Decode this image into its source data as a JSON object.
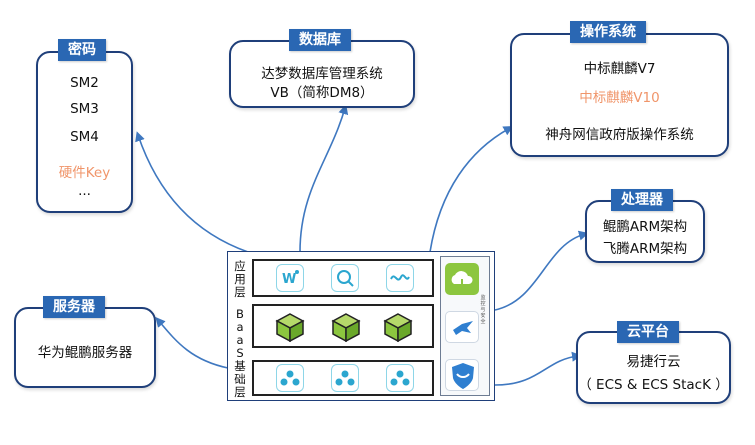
{
  "cards": {
    "crypto": {
      "title": "密码",
      "items": [
        "SM2",
        "SM3",
        "SM4",
        "硬件Key",
        "..."
      ]
    },
    "database": {
      "title": "数据库",
      "lines": [
        "达梦数据库管理系统",
        "VB（简称DM8）"
      ]
    },
    "os": {
      "title": "操作系统",
      "items": [
        "中标麒麟V7",
        "中标麒麟V10",
        "神舟网信政府版操作系统"
      ]
    },
    "processor": {
      "title": "处理器",
      "lines": [
        "鲲鹏ARM架构",
        "飞腾ARM架构"
      ]
    },
    "server": {
      "title": "服务器",
      "lines": [
        "华为鲲鹏服务器"
      ]
    },
    "cloud": {
      "title": "云平台",
      "lines": [
        "易捷行云",
        "（ ECS  & ECS StacK ）"
      ]
    }
  },
  "architecture": {
    "app_layer": "应用层",
    "baas_layer": "BaaS基础层",
    "side_label": "监控与安全"
  },
  "colors": {
    "tag_bg": "#2a67b3",
    "border": "#1f3f7a",
    "arrow": "#3f78c0",
    "highlight": "#f0956a"
  },
  "icons": {
    "app_row": [
      "w-star-icon",
      "search-cloud-icon",
      "wave-icon"
    ],
    "baas_row": [
      "cube-icon",
      "cube-icon",
      "cube-icon"
    ],
    "base_row": [
      "cluster-icon",
      "cluster-icon",
      "cluster-icon"
    ],
    "side": [
      "cloud-icon",
      "bird-icon",
      "shield-icon"
    ]
  }
}
